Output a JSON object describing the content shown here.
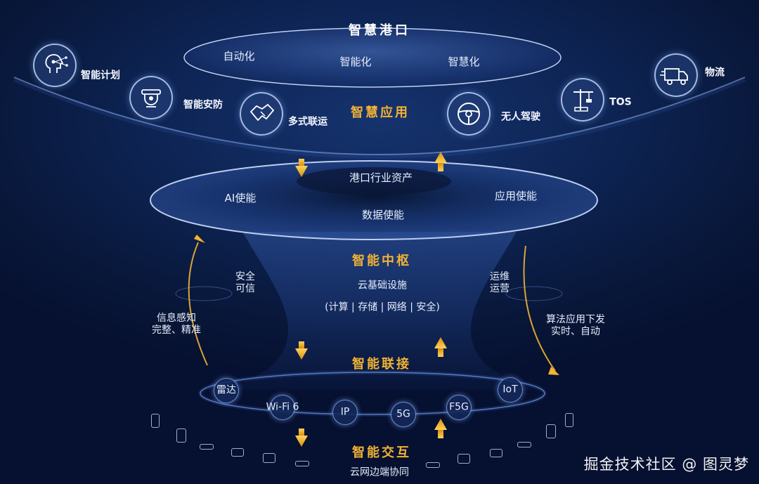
{
  "top": {
    "title": "智慧港口",
    "items": [
      "自动化",
      "智能化",
      "智慧化"
    ]
  },
  "apps": {
    "title": "智慧应用",
    "items": [
      {
        "label": "智能计划",
        "icon": "head-network-icon"
      },
      {
        "label": "智能安防",
        "icon": "security-camera-icon"
      },
      {
        "label": "多式联运",
        "icon": "handshake-icon"
      },
      {
        "label": "无人驾驶",
        "icon": "steering-wheel-icon"
      },
      {
        "label": "TOS",
        "icon": "crane-icon"
      },
      {
        "label": "物流",
        "icon": "truck-icon"
      }
    ]
  },
  "empower": {
    "center": "港口行业资产",
    "left": "AI使能",
    "right": "应用使能",
    "bottom": "数据使能"
  },
  "hub": {
    "title": "智能中枢",
    "line1": "云基础设施",
    "line2": "(计算 | 存储 | 网络 | 安全)"
  },
  "left_side": {
    "top": "安全\n可信",
    "bottom": "信息感知\n完整、精准"
  },
  "right_side": {
    "top": "运维\n运营",
    "bottom": "算法应用下发\n实时、自动"
  },
  "connect": {
    "title": "智能联接",
    "items": [
      "雷达",
      "Wi-Fi 6",
      "IP",
      "5G",
      "F5G",
      "IoT"
    ]
  },
  "interact": {
    "title": "智能交互",
    "subtitle": "云网边端协同"
  },
  "watermark": "掘金技术社区 @ 图灵梦",
  "colors": {
    "accent": "#f2b233",
    "background": "#0a1a3c"
  }
}
